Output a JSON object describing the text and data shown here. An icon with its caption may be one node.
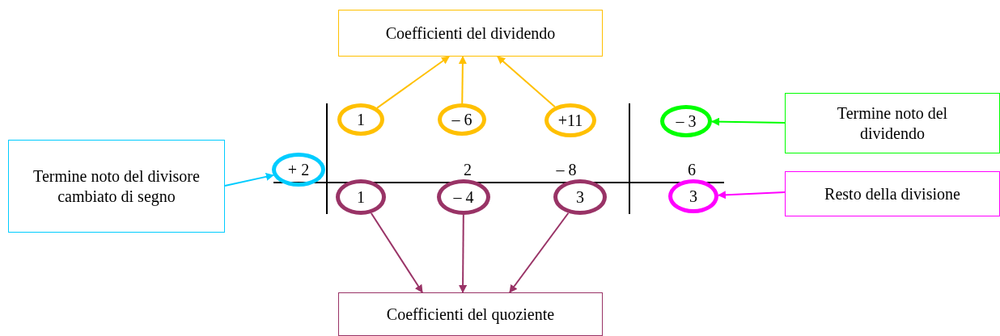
{
  "diagram": {
    "nodes": [
      {
        "text": [
          "Coefficienti del dividendo"
        ]
      },
      {
        "text": [
          "1"
        ]
      },
      {
        "text": [
          "– 6"
        ]
      },
      {
        "text": [
          "+11"
        ]
      },
      {
        "text": [
          "– 3"
        ]
      },
      {
        "text": [
          "Termine noto del dividendo"
        ]
      },
      {
        "text": [
          "Termine noto del divisore cambiato di segno"
        ]
      },
      {
        "text": [
          "+ 2"
        ]
      },
      {
        "text": [
          "1"
        ]
      },
      {
        "text": [
          "– 4"
        ]
      },
      {
        "text": [
          "3"
        ]
      },
      {
        "text": [
          "3"
        ]
      },
      {
        "text": [
          "Resto della divisione"
        ]
      },
      {
        "text": [
          "Coefficienti del quoziente"
        ]
      }
    ],
    "edges": [
      {
        "from": 1,
        "to": 0,
        "arrow": "to",
        "color": "#ffc000"
      },
      {
        "from": 2,
        "to": 0,
        "arrow": "to",
        "color": "#ffc000"
      },
      {
        "from": 3,
        "to": 0,
        "arrow": "to",
        "color": "#ffc000"
      },
      {
        "from": 5,
        "to": 4,
        "arrow": "to",
        "color": "#00ff00"
      },
      {
        "from": 6,
        "to": 7,
        "arrow": "to",
        "color": "#00ccff"
      },
      {
        "from": 12,
        "to": 11,
        "arrow": "to",
        "color": "#ff00ff"
      },
      {
        "from": 8,
        "to": 13,
        "arrow": "to",
        "color": "#993366"
      },
      {
        "from": 9,
        "to": 13,
        "arrow": "to",
        "color": "#993366"
      },
      {
        "from": 10,
        "to": 13,
        "arrow": "to",
        "color": "#993366"
      }
    ],
    "labels": [
      "2",
      "– 8",
      "6"
    ]
  }
}
